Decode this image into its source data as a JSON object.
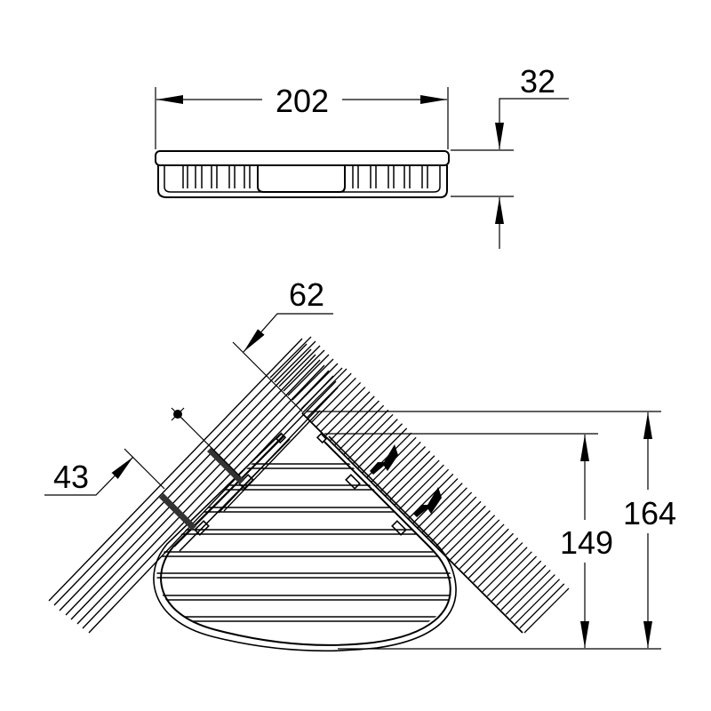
{
  "diagram": {
    "type": "technical-drawing",
    "subject": "corner shower basket",
    "colors": {
      "line": "#000000",
      "background": "#ffffff"
    },
    "views": [
      {
        "name": "front-view",
        "description": "side elevation of basket"
      },
      {
        "name": "top-view",
        "description": "plan view of basket mounted in wall corner"
      }
    ],
    "dimensions": {
      "width": "202",
      "height": "32",
      "wall_offset": "62",
      "fixing_offset": "43",
      "depth_inner": "149",
      "depth_outer": "164"
    },
    "units": "mm"
  }
}
